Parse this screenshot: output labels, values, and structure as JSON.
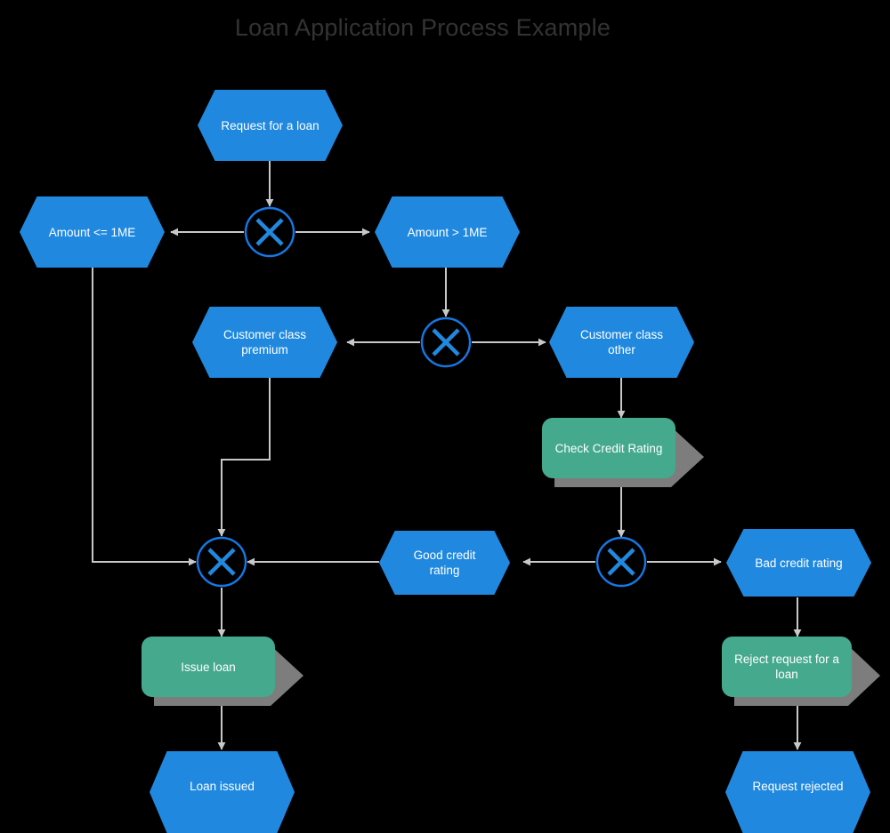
{
  "diagram": {
    "title": "Loan Application Process Example",
    "type": "bpmn-flowchart",
    "background_color": "#000000",
    "title_color": "#333333",
    "colors": {
      "event_blue": "#2089df",
      "task_green": "#45a98d",
      "task_shadow_gray": "#7d7d7d",
      "connector_gray": "#c8c8c8",
      "gateway_stroke": "#1478e6",
      "label_white": "#ffffff"
    },
    "events": [
      {
        "id": "request-for-a-loan",
        "label": "Request for a loan",
        "icon": "hexagon-event"
      },
      {
        "id": "amount-lte-1me",
        "label": "Amount <= 1ME",
        "icon": "hexagon-event"
      },
      {
        "id": "amount-gt-1me",
        "label": "Amount > 1ME",
        "icon": "hexagon-event"
      },
      {
        "id": "customer-class-premium",
        "label": "Customer class premium",
        "icon": "hexagon-event"
      },
      {
        "id": "customer-class-other",
        "label": "Customer class other",
        "icon": "hexagon-event"
      },
      {
        "id": "good-credit-rating",
        "label": "Good credit rating",
        "icon": "hexagon-event"
      },
      {
        "id": "bad-credit-rating",
        "label": "Bad credit rating",
        "icon": "hexagon-event"
      },
      {
        "id": "loan-issued",
        "label": "Loan issued",
        "icon": "hexagon-event"
      },
      {
        "id": "request-rejected",
        "label": "Request rejected",
        "icon": "hexagon-event"
      }
    ],
    "tasks": [
      {
        "id": "check-credit-rating",
        "label": "Check Credit Rating",
        "icon": "arrow-task"
      },
      {
        "id": "issue-loan",
        "label": "Issue loan",
        "icon": "arrow-task"
      },
      {
        "id": "reject-request-for-a-loan",
        "label": "Reject request for a loan",
        "icon": "arrow-task"
      }
    ],
    "gateways": [
      {
        "id": "gateway-amount",
        "icon": "exclusive-gateway-x-icon"
      },
      {
        "id": "gateway-customer-class",
        "icon": "exclusive-gateway-x-icon"
      },
      {
        "id": "gateway-join-issue",
        "icon": "exclusive-gateway-x-icon"
      },
      {
        "id": "gateway-credit-rating",
        "icon": "exclusive-gateway-x-icon"
      }
    ]
  }
}
